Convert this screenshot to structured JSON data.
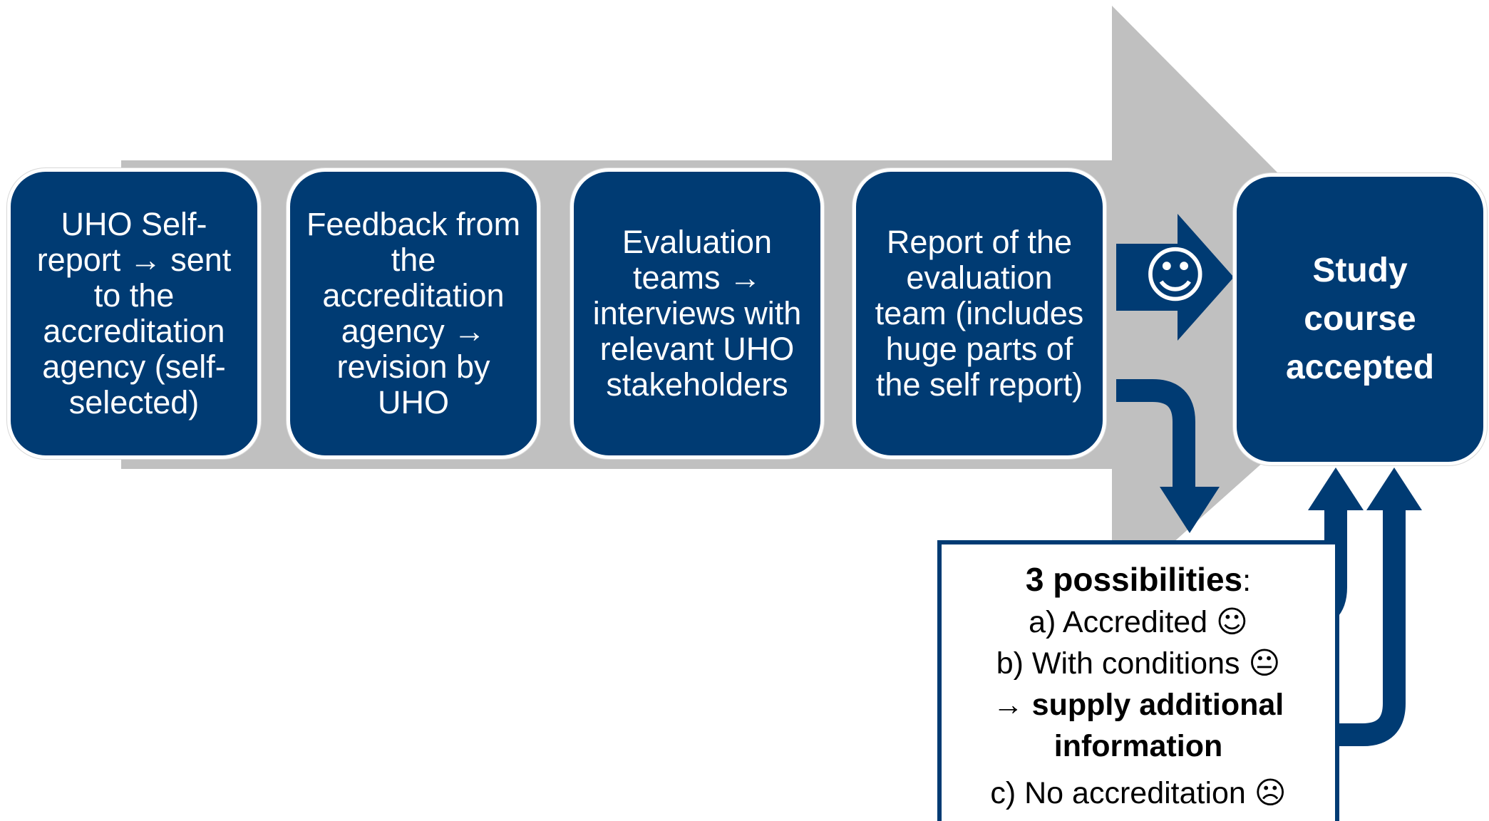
{
  "steps": [
    {
      "text": "UHO Self-report → sent to the accreditation agency (self-selected)"
    },
    {
      "text": "Feedback from the accreditation agency → revision by UHO"
    },
    {
      "text": "Evaluation teams → interviews with relevant UHO stakeholders"
    },
    {
      "text": "Report of the evaluation team (includes huge parts of the self report)"
    }
  ],
  "final": {
    "text": "Study course accepted"
  },
  "success_icon": "☺",
  "possibilities": {
    "title": "3 possibilities",
    "title_colon": ":",
    "a_text": "a) Accredited ",
    "a_icon": "☺",
    "b_text": "b) With conditions ",
    "b_icon": "😐",
    "b_followup": "→ supply additional information",
    "c_text": "c) No accreditation ",
    "c_icon": "☹"
  },
  "colors": {
    "box_fill": "#003b73",
    "big_arrow": "#c0c0c0",
    "panel_border": "#003b73"
  }
}
